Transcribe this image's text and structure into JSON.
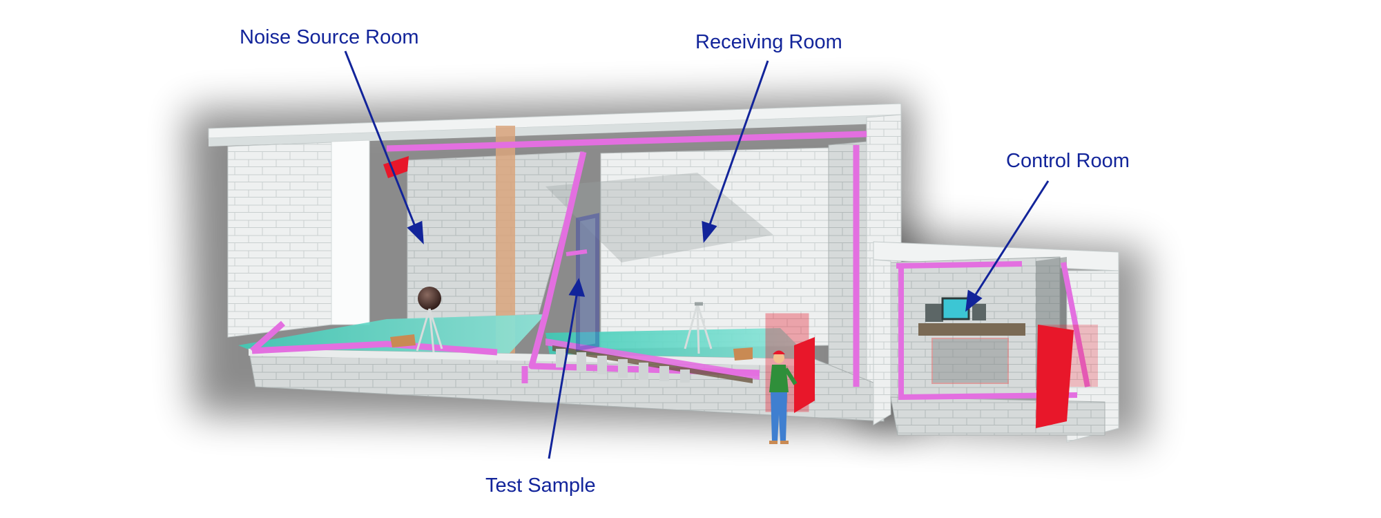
{
  "labels": {
    "noise_source_room": "Noise Source Room",
    "receiving_room": "Receiving Room",
    "control_room": "Control Room",
    "test_sample": "Test Sample"
  },
  "colors": {
    "label_text": "#12249a",
    "leader_line": "#12249a",
    "isolation_strip": "#e36fe0",
    "floor": "#5fd3c3",
    "door": "#e8172a",
    "wall_block": "#e9ecec",
    "timber_column": "#d9a47c",
    "test_sample_frame": "#1f2fb8"
  }
}
